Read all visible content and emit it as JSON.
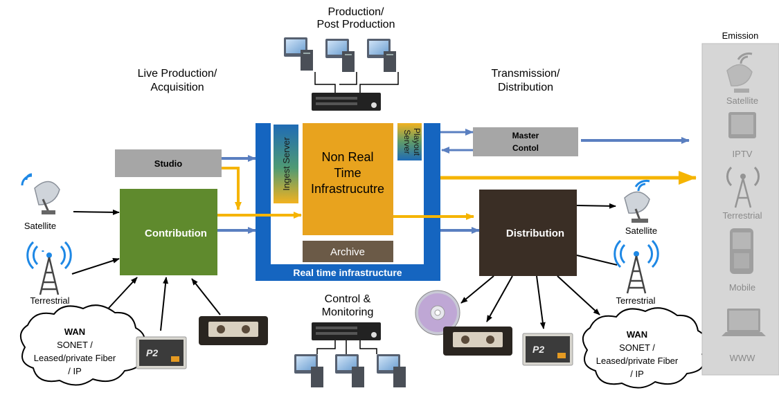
{
  "sections": {
    "production": [
      "Production/",
      "Post Production"
    ],
    "live": [
      "Live Production/",
      "Acquisition"
    ],
    "transmission": [
      "Transmission/",
      "Distribution"
    ],
    "control": [
      "Control &",
      "Monitoring"
    ],
    "emission": "Emission"
  },
  "blocks": {
    "studio": "Studio",
    "contribution": "Contribution",
    "ingest": "Ingest Server",
    "nrt": [
      "Non Real",
      "Time",
      "Infrastrucutre"
    ],
    "playout": [
      "Playout",
      "Server"
    ],
    "archive": "Archive",
    "realtime": "Real time infrastructure",
    "master": [
      "Master",
      "Contol"
    ],
    "distribution": "Distribution"
  },
  "sources": {
    "satellite": "Satellite",
    "terrestrial": "Terrestrial"
  },
  "destinations": {
    "satellite": "Satellite",
    "terrestrial": "Terrestrial"
  },
  "wan_left": {
    "title": "WAN",
    "lines": [
      "SONET /",
      "Leased/private Fiber",
      "/ IP"
    ]
  },
  "wan_right": {
    "title": "WAN",
    "lines": [
      "SONET /",
      "Leased/private Fiber",
      "/ IP"
    ]
  },
  "emission_items": [
    "Satellite",
    "IPTV",
    "Terrestrial",
    "Mobile",
    "WWW"
  ],
  "colors": {
    "blue": "#1565c0",
    "orange": "#e8a31e",
    "green": "#5f8a2d",
    "dark": "#3a2e25",
    "gray": "#a6a6a6",
    "arrow_blue": "#5a7fc0",
    "arrow_yellow": "#f5b400"
  }
}
